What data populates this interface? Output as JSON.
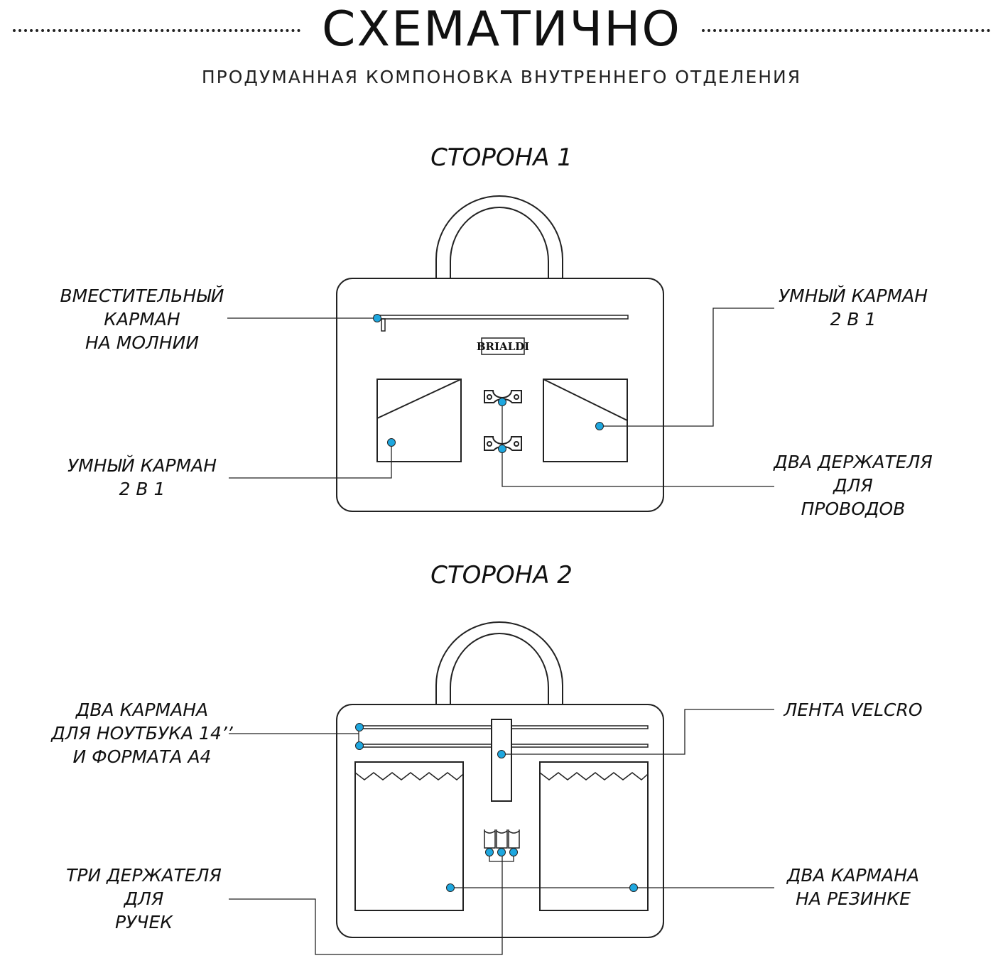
{
  "header": {
    "title": "СХЕМАТИЧНО",
    "subtitle": "ПРОДУМАННАЯ КОМПОНОВКА ВНУТРЕННЕГО ОТДЕЛЕНИЯ"
  },
  "side1": {
    "title": "СТОРОНА 1",
    "brand": "BRIALDI",
    "labels": {
      "zip_pocket": "ВМЕСТИТЕЛЬНЫЙ\nКАРМАН\nНА МОЛНИИ",
      "smart_pocket_right": "УМНЫЙ КАРМАН\n2 В 1",
      "smart_pocket_left": "УМНЫЙ КАРМАН\n2 В 1",
      "cable_holders": "ДВА ДЕРЖАТЕЛЯ\nДЛЯ\nПРОВОДОВ"
    }
  },
  "side2": {
    "title": "СТОРОНА 2",
    "labels": {
      "laptop_pockets": "ДВА КАРМАНА\nДЛЯ НОУТБУКА 14’’\nИ ФОРМАТА А4",
      "velcro": "ЛЕНТА VELCRO",
      "pen_holders": "ТРИ ДЕРЖАТЕЛЯ\nДЛЯ\nРУЧЕК",
      "elastic_pockets": "ДВА КАРМАНА\nНА РЕЗИНКЕ"
    }
  },
  "colors": {
    "marker": "#1ea7df",
    "line": "#222222"
  }
}
